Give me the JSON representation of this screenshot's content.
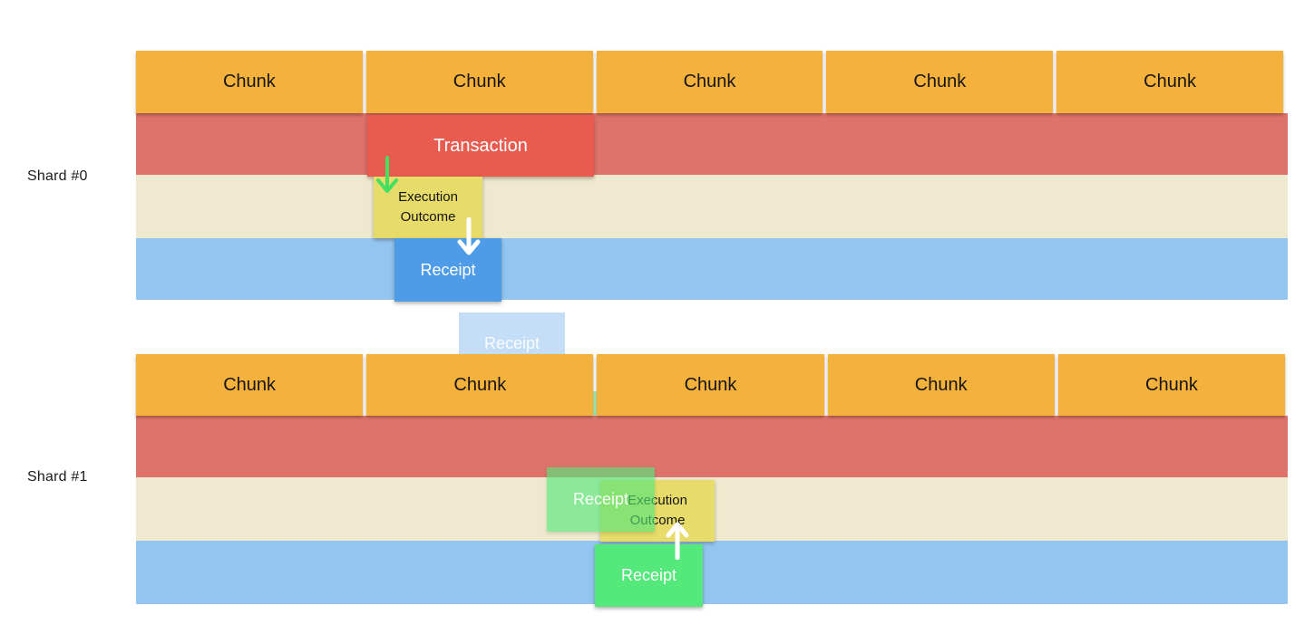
{
  "diagram": {
    "shard0": {
      "label": "Shard #0",
      "chunks": [
        "Chunk",
        "Chunk",
        "Chunk",
        "Chunk",
        "Chunk"
      ],
      "transaction": "Transaction",
      "execution_outcome": "Execution Outcome",
      "receipt": "Receipt"
    },
    "transition": {
      "receipt_fading_out": "Receipt",
      "receipt_fading_in": "Receipt"
    },
    "shard1": {
      "label": "Shard #1",
      "chunks": [
        "Chunk",
        "Chunk",
        "Chunk",
        "Chunk",
        "Chunk"
      ],
      "receipt_incoming": "Receipt",
      "execution_outcome": "Execution Outcome",
      "receipt": "Receipt"
    },
    "colors": {
      "chunk_orange": "#F4B13C",
      "band_red": "#DD736B",
      "transaction_red": "#E95B4F",
      "band_cream": "#EFEACF",
      "outcome_yellow": "#E7DB69",
      "band_blue": "#92C6F0",
      "receipt_blue": "#4E9CE8",
      "receipt_green": "#55E87A",
      "arrow_green": "#43DF61",
      "arrow_white": "#FFFFFF"
    }
  }
}
